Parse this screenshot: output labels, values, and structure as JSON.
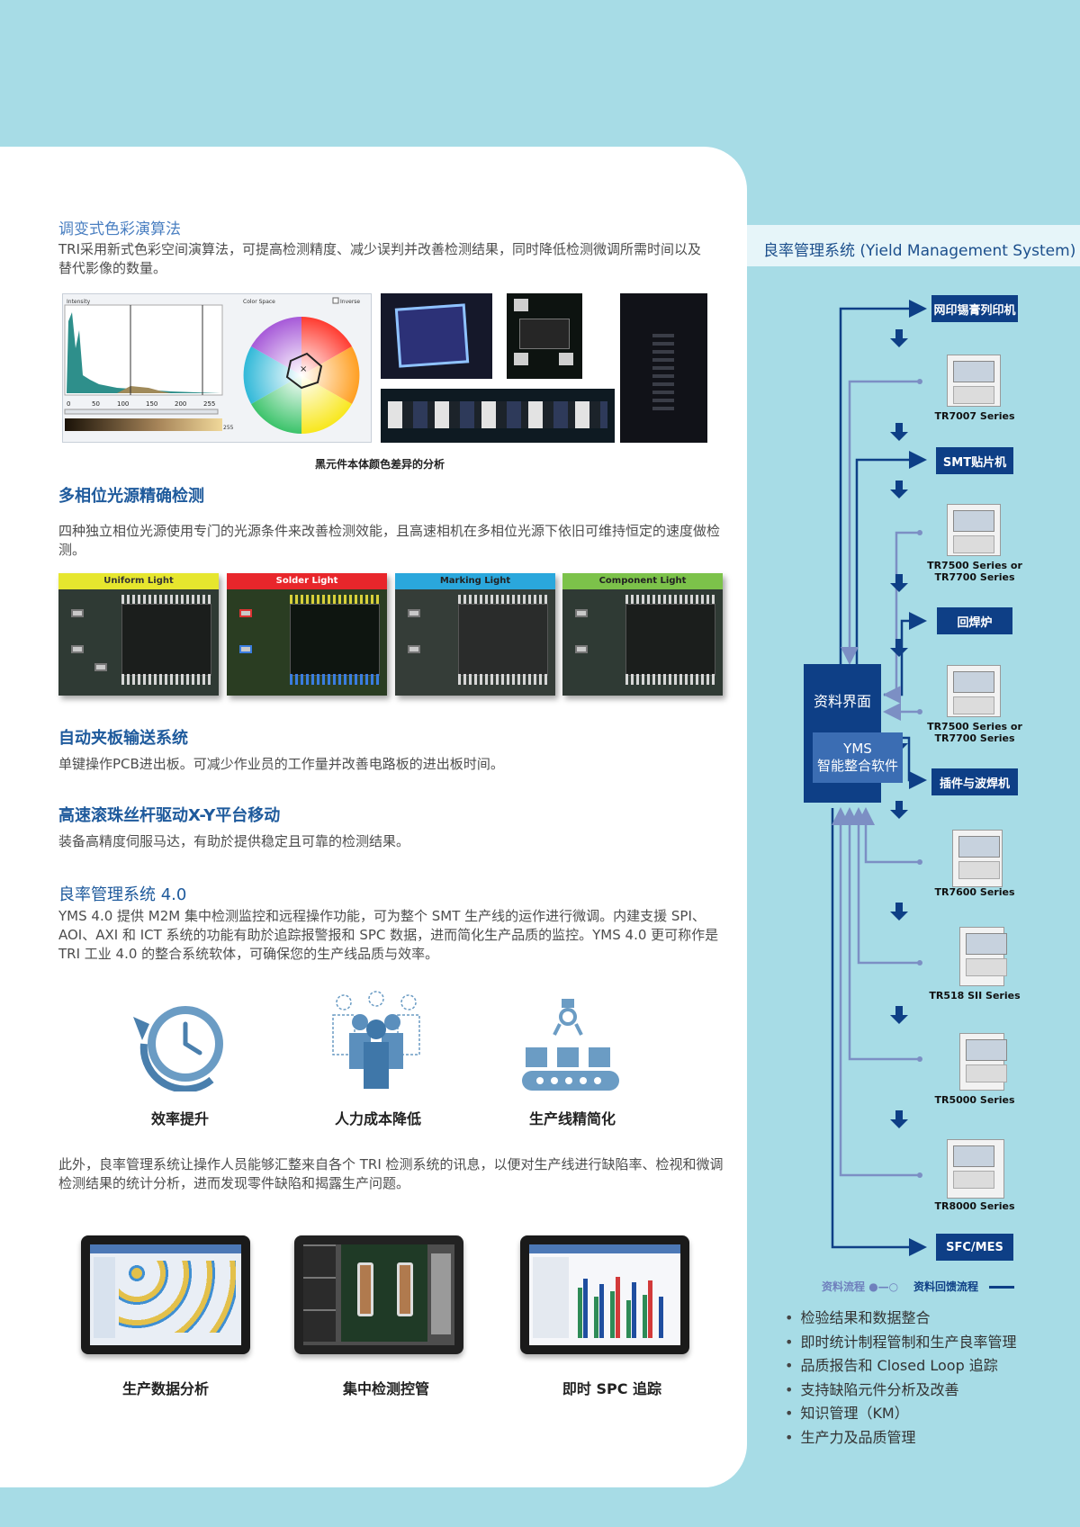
{
  "section1": {
    "title": "调变式色彩演算法",
    "body": "TRI采用新式色彩空间演算法，可提高检测精度、减少误判并改善检测结果，同时降低检测微调所需时间以及替代影像的数量。",
    "caption": "黑元件本体颜色差异的分析",
    "histogram": {
      "ylabel": "Intensity",
      "ticks": [
        "0",
        "50",
        "100",
        "150",
        "200",
        "255"
      ],
      "max_label": "255"
    },
    "color_space": {
      "label": "Color Space",
      "invert_label": "Inverse"
    }
  },
  "section2": {
    "title": "多相位光源精确检测",
    "body": "四种独立相位光源使用专门的光源条件来改善检测效能，且高速相机在多相位光源下依旧可维持恒定的速度做检测。",
    "tiles": [
      {
        "label": "Uniform Light",
        "color": "#e6e62e"
      },
      {
        "label": "Solder Light",
        "color": "#e8262b"
      },
      {
        "label": "Marking Light",
        "color": "#2aa7dc"
      },
      {
        "label": "Component Light",
        "color": "#7cc24a"
      }
    ]
  },
  "section3": {
    "title": "自动夹板输送系统",
    "body": "单键操作PCB进出板。可减少作业员的工作量并改善电路板的进出板时间。"
  },
  "section4": {
    "title": "高速滚珠丝杆驱动X-Y平台移动",
    "body": "装备高精度伺服马达，有助於提供稳定且可靠的检测结果。"
  },
  "section5": {
    "title": "良率管理系统 4.0",
    "body": "YMS 4.0 提供 M2M 集中检测监控和远程操作功能，可为整个 SMT 生产线的运作进行微调。内建支援 SPI、AOI、AXI 和 ICT 系统的功能有助於追踪报警报和 SPC 数据，进而简化生产品质的监控。YMS 4.0 更可称作是 TRI 工业 4.0 的整合系统软体，可确保您的生产线品质与效率。",
    "icons": [
      {
        "label": "效率提升",
        "icon": "clock-arrow-icon"
      },
      {
        "label": "人力成本降低",
        "icon": "people-group-icon"
      },
      {
        "label": "生产线精简化",
        "icon": "robot-conveyor-icon"
      }
    ],
    "body2": "此外，良率管理系统让操作人员能够汇整来自各个 TRI 检测系统的讯息，以便对生产线进行缺陷率、检视和微调检测结果的统计分析，进而发现零件缺陷和揭露生产问题。",
    "monitors": [
      {
        "label": "生产数据分析"
      },
      {
        "label": "集中检测控管"
      },
      {
        "label": "即时 SPC 追踪"
      }
    ]
  },
  "yms": {
    "title": "良率管理系统 (Yield Management System)",
    "flow": [
      {
        "label": "网印锡膏列印机"
      },
      {
        "label": "TR7007 Series"
      },
      {
        "label": "SMT贴片机"
      },
      {
        "label": "TR7500 Series or",
        "label2": "TR7700 Series"
      },
      {
        "label": "回焊炉"
      },
      {
        "label": "TR7500 Series or",
        "label2": "TR7700 Series"
      },
      {
        "label": "插件与波焊机"
      },
      {
        "label": "TR7600 Series"
      },
      {
        "label": "TR518 SII Series"
      },
      {
        "label": "TR5000 Series"
      },
      {
        "label": "TR8000 Series"
      },
      {
        "label": "SFC/MES"
      }
    ],
    "interface_label": "资料界面",
    "software_label1": "YMS",
    "software_label2": "智能整合软件",
    "legend_flow": "资料流程",
    "legend_feedback": "资料回馈流程",
    "bullets": [
      "检验结果和数据整合",
      "即时统计制程管制和生产良率管理",
      "品质报告和 Closed Loop 追踪",
      "支持缺陷元件分析及改善",
      "知识管理（KM）",
      "生产力及品质管理"
    ]
  },
  "colors": {
    "brand_dark": "#0e3f86",
    "heading": "#1e5a9c",
    "panel": "#a7dce6",
    "feedback": "#7c8fc4"
  }
}
